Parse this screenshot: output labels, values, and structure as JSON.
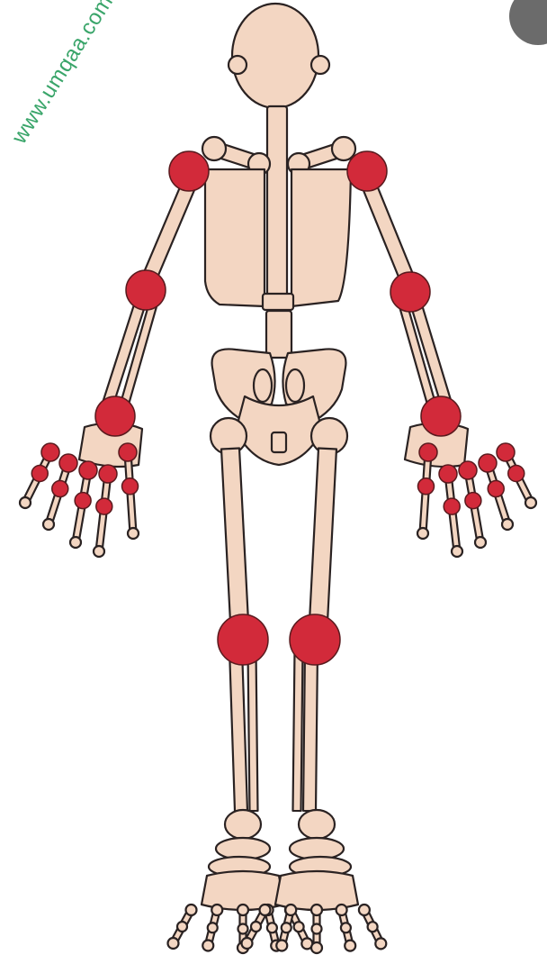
{
  "watermark": {
    "text": "www.umqaa.com",
    "color": "#3aa56a"
  },
  "colors": {
    "bone_fill": "#f3d6c2",
    "bone_stroke": "#2a2222",
    "joint_fill": "#d22a3a",
    "joint_stroke": "#5a1a1e",
    "background": "#ffffff"
  },
  "diagram": {
    "subject": "skeleton",
    "highlighted_joints": [
      "shoulders",
      "elbows",
      "wrists",
      "finger-knuckles",
      "knees"
    ],
    "icons": [
      "skeleton-figure",
      "joint-marker"
    ]
  }
}
